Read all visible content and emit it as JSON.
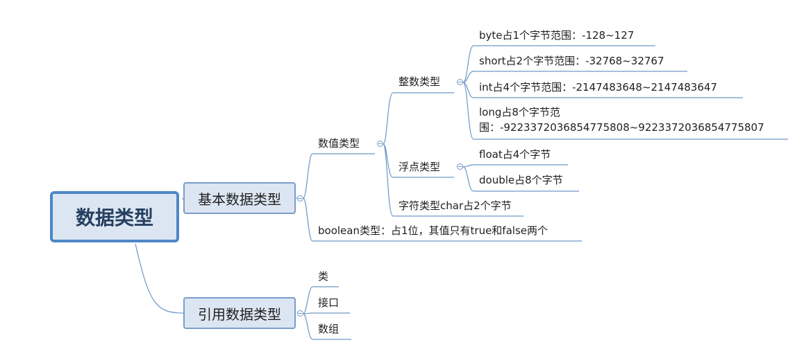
{
  "root": {
    "label": "数据类型"
  },
  "branches": {
    "basic": {
      "label": "基本数据类型",
      "numeric": {
        "label": "数值类型",
        "integer": {
          "label": "整数类型",
          "items": [
            "byte占1个字节范围：-128~127",
            "short占2个字节范围：-32768~32767",
            "int占4个字节范围：-2147483648~2147483647",
            "long占8个字节范围：-9223372036854775808~9223372036854775807"
          ],
          "long_lines": [
            "long占8个字节范",
            "围：-9223372036854775808~9223372036854775807"
          ]
        },
        "float": {
          "label": "浮点类型",
          "items": [
            "float占4个字节",
            "double占8个字节"
          ]
        },
        "char": {
          "label": "字符类型char占2个字节"
        }
      },
      "boolean": {
        "label": "boolean类型：占1位，其值只有true和false两个"
      }
    },
    "reference": {
      "label": "引用数据类型",
      "items": [
        "类",
        "接口",
        "数组"
      ]
    }
  },
  "colors": {
    "line": "#6f96c8",
    "node_fill": "#dce6f2",
    "node_border": "#4f86c6"
  }
}
